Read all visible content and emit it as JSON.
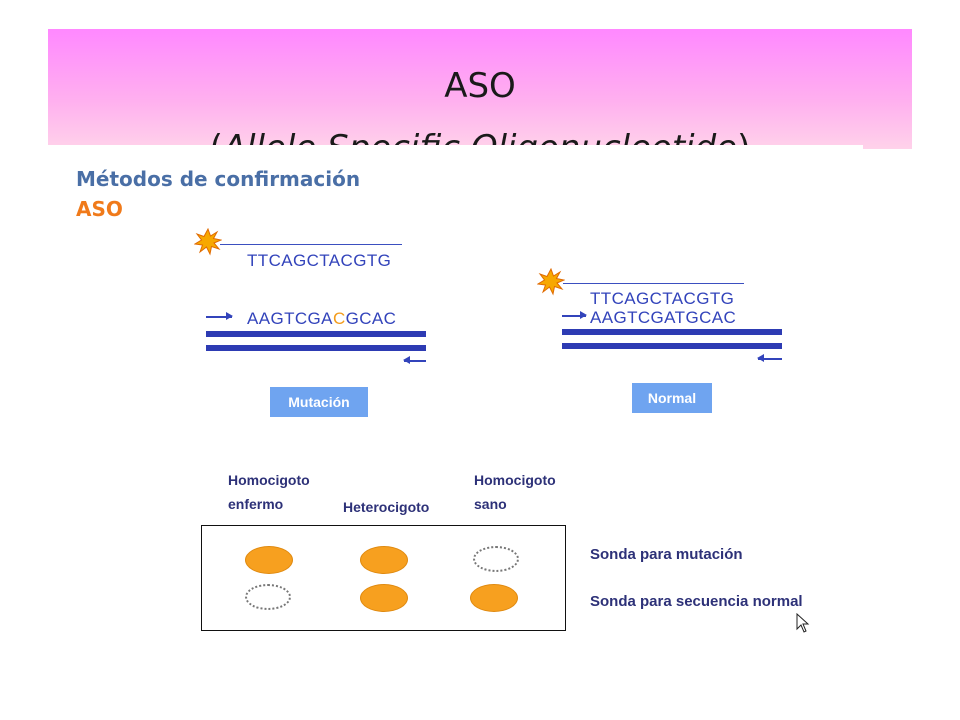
{
  "slide": {
    "title_line1": "ASO",
    "title_line2": "Allele Specific Oligonucleotide"
  },
  "figure": {
    "heading": "Métodos de confirmación",
    "subheading": "ASO",
    "mutation_panel": {
      "probe_seq": "TTCAGCTACGTG",
      "target_seq_pre": "AAGTCGA",
      "target_seq_mismatch": "C",
      "target_seq_post": "GCAC",
      "label": "Mutación"
    },
    "normal_panel": {
      "probe_seq": "TTCAGCTACGTG",
      "target_seq": "AAGTCGATGCAC",
      "label": "Normal"
    },
    "genotypes": [
      {
        "line1": "Homocigoto",
        "line2": "enfermo"
      },
      {
        "line1": "Heterocigoto",
        "line2": ""
      },
      {
        "line1": "Homocigoto",
        "line2": "sano"
      }
    ],
    "probes": {
      "mutation": "Sonda para mutación",
      "normal": "Sonda para secuencia normal"
    },
    "colors": {
      "strand": "#2d3bb3",
      "mismatch": "#f39c1c",
      "spot": "#f7a01f",
      "label_box": "#6fa4f0",
      "title_band": "#ff88ff"
    },
    "icons": [
      "burst-icon",
      "arrow-right-icon",
      "arrow-left-icon",
      "mouse-cursor-icon"
    ]
  }
}
